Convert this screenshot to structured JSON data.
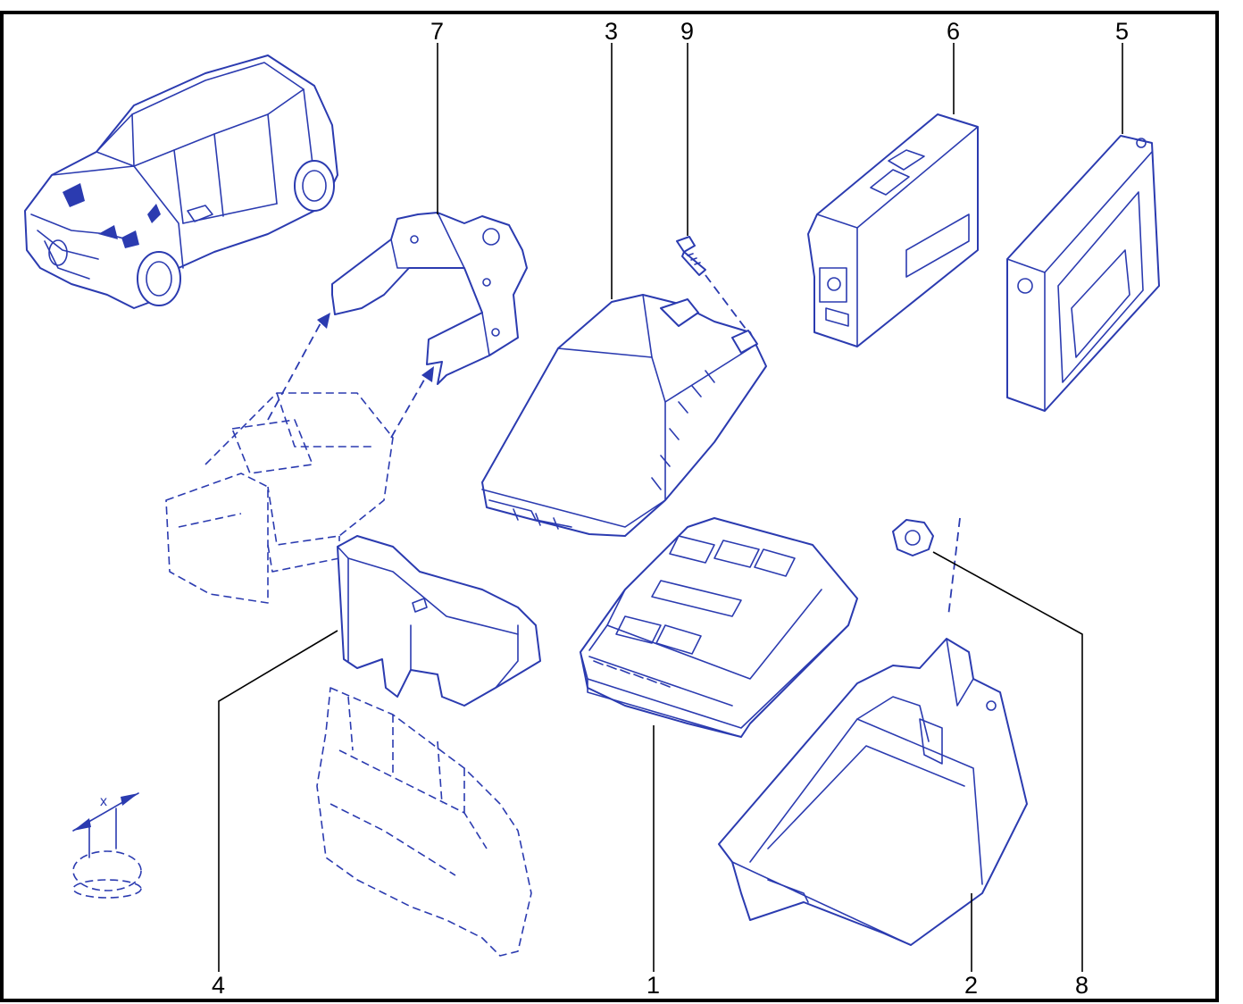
{
  "diagram": {
    "ink_color": "#2b3bb0",
    "frame_color": "#000000",
    "callouts": [
      {
        "id": "7",
        "text": "7"
      },
      {
        "id": "3",
        "text": "3"
      },
      {
        "id": "9",
        "text": "9"
      },
      {
        "id": "6",
        "text": "6"
      },
      {
        "id": "5",
        "text": "5"
      },
      {
        "id": "4",
        "text": "4"
      },
      {
        "id": "1",
        "text": "1"
      },
      {
        "id": "2",
        "text": "2"
      },
      {
        "id": "8",
        "text": "8"
      }
    ],
    "dimension_label": "x"
  }
}
